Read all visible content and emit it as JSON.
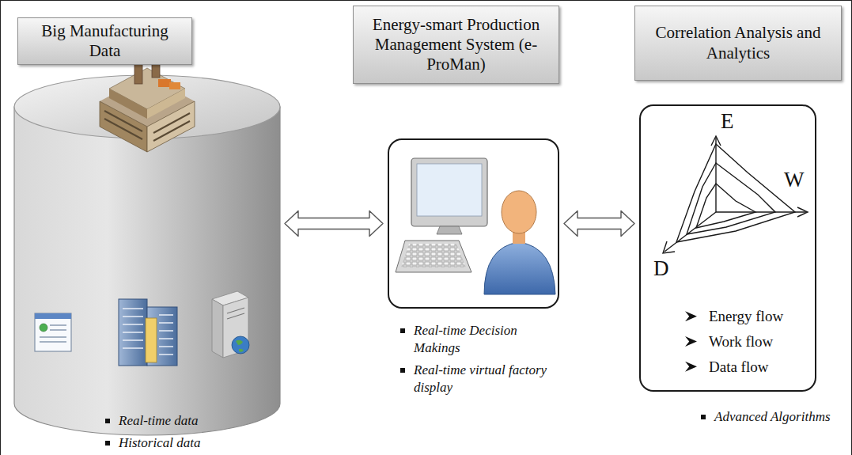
{
  "diagram": {
    "nodes": [
      {
        "text": [
          "Big Manufacturing Data"
        ]
      },
      {
        "text": [
          "Energy-smart Production Management System (e-ProMan)"
        ]
      },
      {
        "text": [
          "Correlation Analysis and Analytics"
        ]
      },
      {
        "text": [
          "Real-time data",
          "Historical data"
        ]
      },
      {
        "text": [
          "Real-time Decision Makings",
          "Real-time virtual factory display"
        ]
      },
      {
        "text": [
          "Energy flow",
          "Work flow",
          "Data flow",
          "Advanced Algorithms"
        ]
      }
    ],
    "edges": [
      {
        "from": 3,
        "to": 4,
        "arrow": "both"
      },
      {
        "from": 4,
        "to": 5,
        "arrow": "both"
      }
    ],
    "labels": [
      "E",
      "W",
      "D"
    ]
  }
}
